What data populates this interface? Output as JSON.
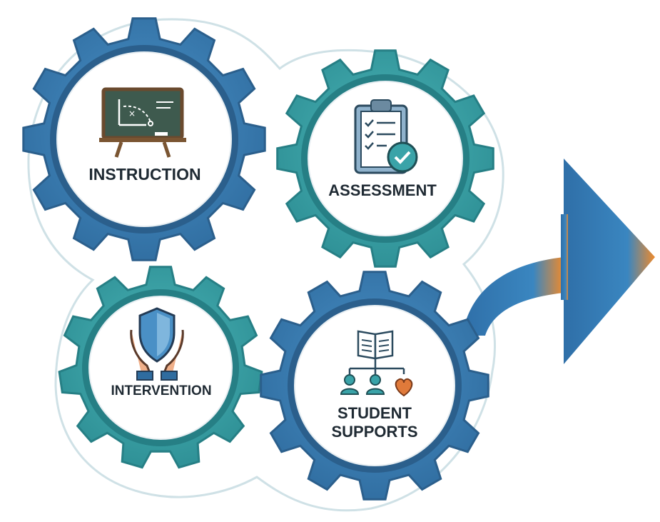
{
  "diagram": {
    "gears": [
      {
        "id": "instruction",
        "label": "INSTRUCTION",
        "icon": "chalkboard-icon",
        "color": "#3b7fb5"
      },
      {
        "id": "assessment",
        "label": "ASSESSMENT",
        "icon": "clipboard-check-icon",
        "color": "#3aa3a8"
      },
      {
        "id": "intervention",
        "label": "INTERVENTION",
        "icon": "shield-hands-icon",
        "color": "#3aa3a8"
      },
      {
        "id": "student_supports",
        "label_line1": "STUDENT",
        "label_line2": "SUPPORTS",
        "icon": "book-people-heart-icon",
        "color": "#3b7fb5"
      }
    ],
    "arrow": {
      "icon": "arrow-right-icon",
      "color_start": "#2f6fa8",
      "color_end": "#ef8a2b"
    },
    "colors": {
      "blue_gear": "#3b7fb5",
      "teal_gear": "#3aa3a8",
      "outline": "#cfe1e6",
      "accent_orange": "#e07a3a",
      "text": "#1f2a33"
    }
  }
}
